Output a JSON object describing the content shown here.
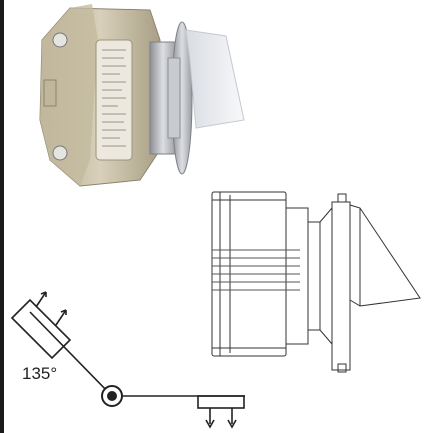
{
  "diagram": {
    "angle_label": "135°"
  },
  "colors": {
    "housing": "#cfc6ae",
    "housing_shadow": "#a89f86",
    "flange": "#b9bcc1",
    "vane": "#eef1f4",
    "line": "#333333"
  },
  "icons": [
    "switch-housing-photo",
    "technical-drawing",
    "mounting-angle-diagram"
  ]
}
